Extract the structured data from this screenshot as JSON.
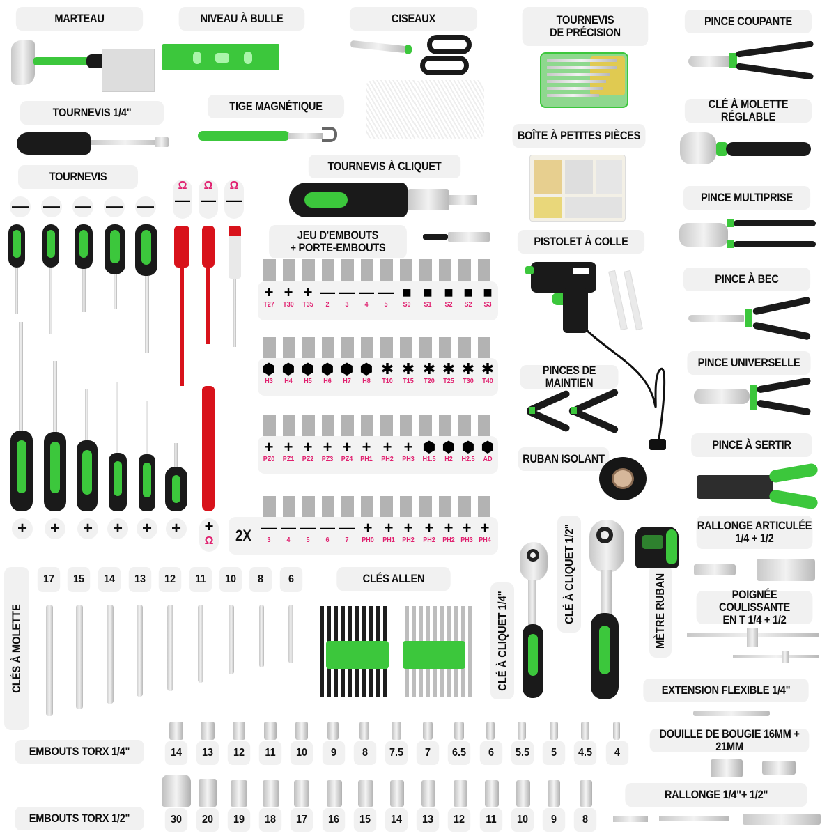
{
  "colors": {
    "accent_green": "#3cc73c",
    "label_pink": "#e0206f",
    "label_bg": "#f1f1f1",
    "handle_black": "#1a1a1a",
    "insulated_red": "#d8121b"
  },
  "labels": {
    "marteau": "MARTEAU",
    "niveau": "NIVEAU À BULLE",
    "ciseaux": "CISEAUX",
    "tournevis_precision_1": "TOURNEVIS",
    "tournevis_precision_2": "DE PRÉCISION",
    "pince_coupante": "PINCE COUPANTE",
    "tournevis_quart": "TOURNEVIS 1/4\"",
    "tige_magnetique": "TIGE MAGNÉTIQUE",
    "boite_pieces": "BOÎTE À PETITES PIÈCES",
    "cle_molette_reglable": "CLÉ À MOLETTE RÉGLABLE",
    "tournevis": "TOURNEVIS",
    "tournevis_cliquet": "TOURNEVIS À CLIQUET",
    "pince_multiprise": "PINCE MULTIPRISE",
    "jeu_embouts_1": "JEU D'EMBOUTS",
    "jeu_embouts_2": "+ PORTE-EMBOUTS",
    "pistolet_colle": "PISTOLET À COLLE",
    "pince_bec": "PINCE À BEC",
    "pinces_maintien": "PINCES DE MAINTIEN",
    "pince_universelle": "PINCE UNIVERSELLE",
    "ruban_isolant": "RUBAN ISOLANT",
    "pince_sertir": "PINCE À SERTIR",
    "rallonge_articulee_1": "RALLONGE ARTICULÉE",
    "rallonge_articulee_2": "1/4 + 1/2",
    "poignee_1": "POIGNÉE COULISSANTE",
    "poignee_2": "EN T 1/4 + 1/2",
    "cle_cliquet_quart": "CLÉ À CLIQUET 1/4\"",
    "cle_cliquet_demi": "CLÉ À CLIQUET 1/2\"",
    "metre_ruban": "MÈTRE RUBAN",
    "extension_flexible": "EXTENSION FLEXIBLE 1/4\"",
    "cles_molette": "CLÉS À MOLETTE",
    "cles_allen": "CLÉS ALLEN",
    "douille_bougie": "DOUILLE DE BOUGIE 16MM + 21MM",
    "embouts_torx_quart": "EMBOUTS TORX 1/4\"",
    "embouts_torx_demi": "EMBOUTS TORX 1/2\"",
    "rallonge": "RALLONGE 1/4\"+ 1/2\"",
    "bits_multiplier": "2X"
  },
  "screwdrivers": {
    "flat_top": [
      "—",
      "—",
      "—",
      "—",
      "—"
    ],
    "insulated_top": [
      {
        "omega": "Ω",
        "sym": "—"
      },
      {
        "omega": "Ω",
        "sym": "—"
      },
      {
        "omega": "Ω",
        "sym": "—"
      }
    ],
    "phillips_bottom": [
      "+",
      "+",
      "+",
      "+",
      "+",
      "+"
    ],
    "insulated_bottom": {
      "sym": "+",
      "omega": "Ω"
    }
  },
  "bit_rows": [
    {
      "symbols": [
        "+",
        "+",
        "+",
        "—",
        "—",
        "—",
        "—",
        "■",
        "■",
        "■",
        "■",
        "■"
      ],
      "labels": [
        "T27",
        "T30",
        "T35",
        "2",
        "3",
        "4",
        "5",
        "S0",
        "S1",
        "S2",
        "S2",
        "S3"
      ]
    },
    {
      "symbols": [
        "⬢",
        "⬢",
        "⬢",
        "⬢",
        "⬢",
        "⬢",
        "✱",
        "✱",
        "✱",
        "✱",
        "✱",
        "✱"
      ],
      "labels": [
        "H3",
        "H4",
        "H5",
        "H6",
        "H7",
        "H8",
        "T10",
        "T15",
        "T20",
        "T25",
        "T30",
        "T40"
      ]
    },
    {
      "symbols": [
        "+",
        "+",
        "+",
        "+",
        "+",
        "+",
        "+",
        "+",
        "⬢",
        "⬢",
        "⬢",
        "⬢"
      ],
      "labels": [
        "PZ0",
        "PZ1",
        "PZ2",
        "PZ3",
        "PZ4",
        "PH1",
        "PH2",
        "PH3",
        "H1.5",
        "H2",
        "H2.5",
        "AD"
      ]
    },
    {
      "symbols": [
        "—",
        "—",
        "—",
        "—",
        "—",
        "+",
        "+",
        "+",
        "+",
        "+",
        "+",
        "+"
      ],
      "labels": [
        "3",
        "4",
        "5",
        "6",
        "7",
        "PH0",
        "PH1",
        "PH2",
        "PH2",
        "PH2",
        "PH3",
        "PH4"
      ]
    }
  ],
  "wrench_sizes": [
    "17",
    "15",
    "14",
    "13",
    "12",
    "11",
    "10",
    "8",
    "6"
  ],
  "torx_quarter_sizes": [
    "14",
    "13",
    "12",
    "11",
    "10",
    "9",
    "8",
    "7.5",
    "7",
    "6.5",
    "6",
    "5.5",
    "5",
    "4.5",
    "4"
  ],
  "torx_half_sizes": [
    "30",
    "20",
    "19",
    "18",
    "17",
    "16",
    "15",
    "14",
    "13",
    "12",
    "11",
    "10",
    "9",
    "8"
  ]
}
